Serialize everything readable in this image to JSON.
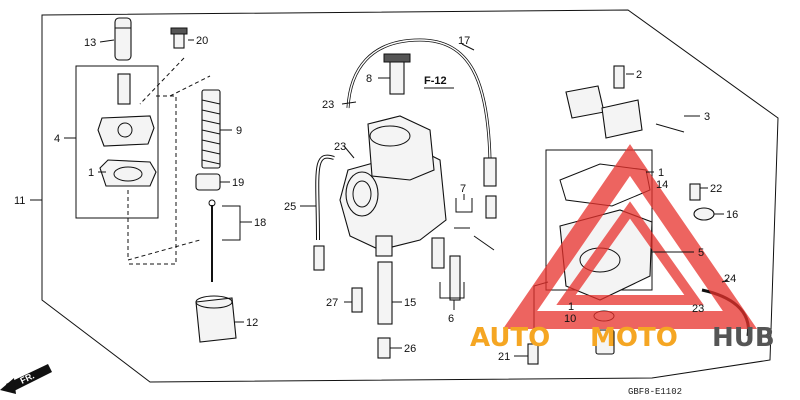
{
  "diagram": {
    "reference_label": "F-12",
    "drawing_code": "GBF8-E1102",
    "direction_label": "FR.",
    "watermark": {
      "word_1": "AUTO",
      "word_2": "MOTO",
      "word_3": "HUB",
      "color_1": "#f5a623",
      "color_2": "#f5a623",
      "color_3": "#555555",
      "logo_color": "#e8312c"
    },
    "callouts": [
      {
        "id": "c13",
        "label": "13"
      },
      {
        "id": "c20",
        "label": "20"
      },
      {
        "id": "c4",
        "label": "4"
      },
      {
        "id": "c1a",
        "label": "1"
      },
      {
        "id": "c11",
        "label": "11"
      },
      {
        "id": "c9",
        "label": "9"
      },
      {
        "id": "c19",
        "label": "19"
      },
      {
        "id": "c18",
        "label": "18"
      },
      {
        "id": "c12",
        "label": "12"
      },
      {
        "id": "c8",
        "label": "8"
      },
      {
        "id": "c23a",
        "label": "23"
      },
      {
        "id": "c23b",
        "label": "23"
      },
      {
        "id": "c25",
        "label": "25"
      },
      {
        "id": "c17",
        "label": "17"
      },
      {
        "id": "c7",
        "label": "7"
      },
      {
        "id": "c27",
        "label": "27"
      },
      {
        "id": "c15",
        "label": "15"
      },
      {
        "id": "c26",
        "label": "26"
      },
      {
        "id": "c6",
        "label": "6"
      },
      {
        "id": "c2",
        "label": "2"
      },
      {
        "id": "c3",
        "label": "3"
      },
      {
        "id": "c1b",
        "label": "1"
      },
      {
        "id": "c14",
        "label": "14"
      },
      {
        "id": "c22",
        "label": "22"
      },
      {
        "id": "c16",
        "label": "16"
      },
      {
        "id": "c5",
        "label": "5"
      },
      {
        "id": "c24",
        "label": "24"
      },
      {
        "id": "c1c",
        "label": "1"
      },
      {
        "id": "c10",
        "label": "10"
      },
      {
        "id": "c23c",
        "label": "23"
      },
      {
        "id": "c21",
        "label": "21"
      }
    ]
  }
}
